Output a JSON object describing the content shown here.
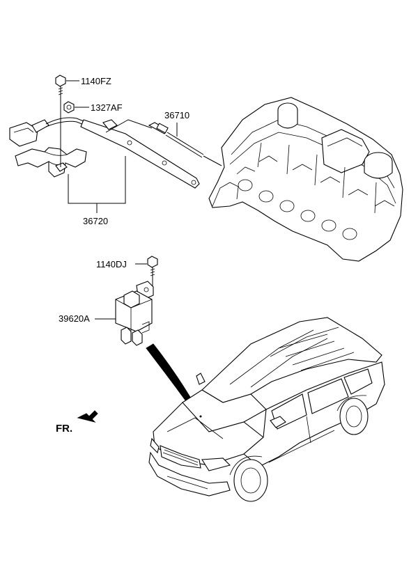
{
  "labels": {
    "bolt_1": "1140FZ",
    "nut": "1327AF",
    "glow_plug": "36710",
    "harness": "36720",
    "bolt_2": "1140DJ",
    "relay": "39620A",
    "front": "FR."
  },
  "icons": {
    "front_arrow": "arrow-down-left-icon"
  }
}
